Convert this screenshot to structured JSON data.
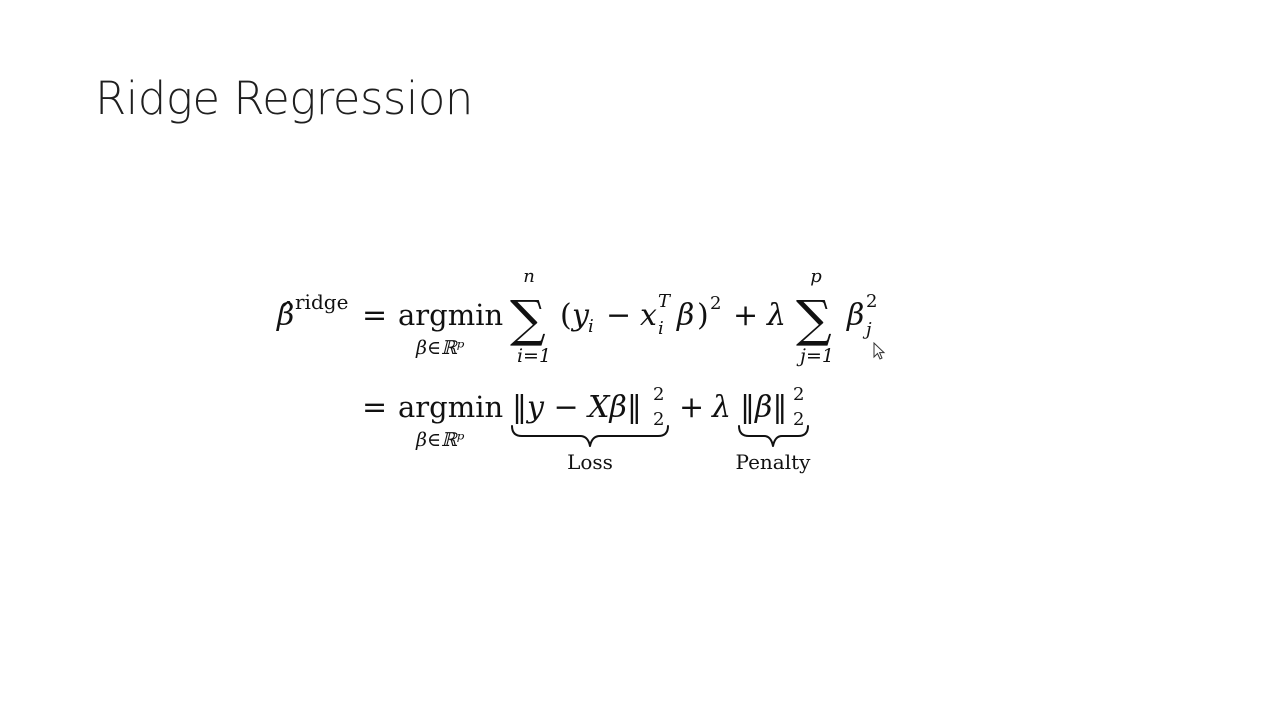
{
  "slide": {
    "title": "Ridge Regression"
  },
  "formula": {
    "line1": {
      "lhs_symbol": "β̂",
      "lhs_superscript": "ridge",
      "equals": "=",
      "operator": "argmin",
      "operator_subscript": "β∈ℝᵖ",
      "sum_symbol": "∑",
      "sum_upper": "n",
      "sum_lower": "i=1",
      "residual_open": "(",
      "residual_y": "y",
      "residual_y_sub": "i",
      "minus": "−",
      "residual_x": "x",
      "residual_x_sup": "T",
      "residual_x_sub": "i",
      "residual_beta": "β",
      "residual_close": ")",
      "residual_power": "2",
      "plus": "+",
      "lambda": "λ",
      "sum2_symbol": "∑",
      "sum2_upper": "p",
      "sum2_lower": "j=1",
      "beta": "β",
      "beta_sup": "2",
      "beta_sub": "j"
    },
    "line2": {
      "equals": "=",
      "operator": "argmin",
      "operator_subscript": "β∈ℝᵖ",
      "loss_norm": "‖y − Xβ‖",
      "loss_norm_sup": "2",
      "loss_norm_sub": "2",
      "plus": "+",
      "lambda": "λ",
      "penalty_norm": "‖β‖",
      "penalty_norm_sup": "2",
      "penalty_norm_sub": "2",
      "loss_label": "Loss",
      "penalty_label": "Penalty"
    }
  }
}
